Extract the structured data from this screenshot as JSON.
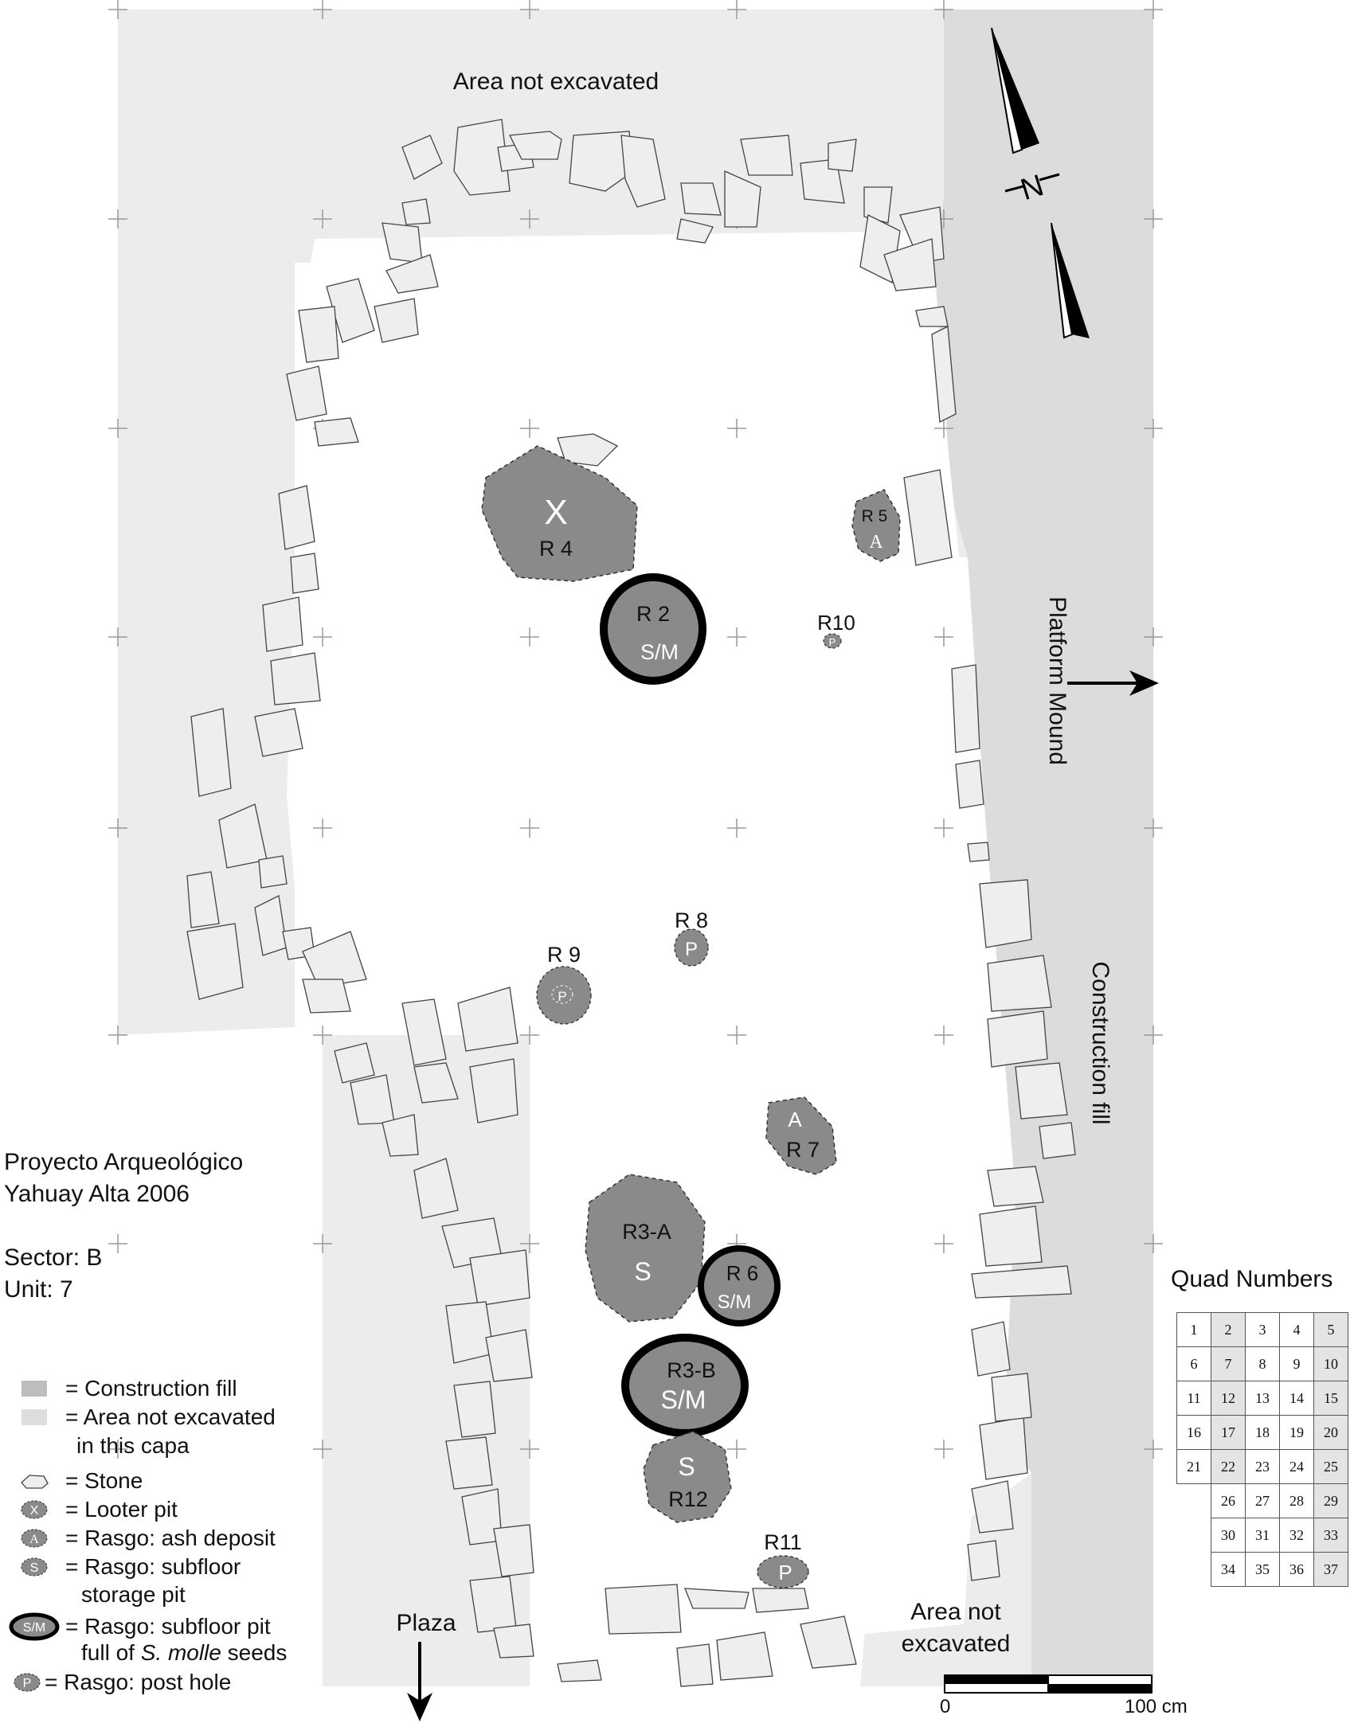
{
  "map_labels": {
    "area_not_excavated_top": "Area not excavated",
    "platform_mound": "Platform Mound",
    "construction_fill": "Construction fill",
    "plaza": "Plaza",
    "area_not_excavated_bottom_1": "Area not",
    "area_not_excavated_bottom_2": "excavated",
    "north": "N"
  },
  "features": {
    "r4": {
      "id": "R 4",
      "code": "X"
    },
    "r2": {
      "id": "R 2",
      "code": "S/M"
    },
    "r5": {
      "id": "R 5",
      "code": "A"
    },
    "r10": {
      "id": "R10",
      "code": "P"
    },
    "r8": {
      "id": "R 8",
      "code": "P"
    },
    "r9": {
      "id": "R 9",
      "code": "P"
    },
    "r7": {
      "id": "R 7",
      "code": "A"
    },
    "r3a": {
      "id": "R3-A",
      "code": "S"
    },
    "r6": {
      "id": "R 6",
      "code": "S/M"
    },
    "r3b": {
      "id": "R3-B",
      "code": "S/M"
    },
    "r12": {
      "id": "R12",
      "code": "S"
    },
    "r11": {
      "id": "R11",
      "code": "P"
    }
  },
  "project": {
    "line1": "Proyecto Arqueológico",
    "line2": "Yahuay Alta 2006",
    "sector": "Sector: B",
    "unit": "Unit: 7"
  },
  "legend": {
    "construction_fill": "= Construction fill",
    "not_excavated_1": "= Area not excavated",
    "not_excavated_2": "in this capa",
    "stone": "= Stone",
    "looter_pit": "= Looter pit",
    "looter_symbol": "X",
    "ash": "= Rasgo: ash deposit",
    "ash_symbol": "A",
    "storage_1": "= Rasgo: subfloor",
    "storage_2": "storage pit",
    "storage_symbol": "S",
    "molle_1": "= Rasgo: subfloor pit",
    "molle_2a": "full of ",
    "molle_2b": "S. molle",
    "molle_2c": " seeds",
    "molle_symbol": "S/M",
    "post_hole": "= Rasgo: post hole",
    "post_symbol": "P"
  },
  "quad": {
    "title": "Quad Numbers",
    "rows": [
      [
        "1",
        "2",
        "3",
        "4",
        "5"
      ],
      [
        "6",
        "7",
        "8",
        "9",
        "10"
      ],
      [
        "11",
        "12",
        "13",
        "14",
        "15"
      ],
      [
        "16",
        "17",
        "18",
        "19",
        "20"
      ],
      [
        "21",
        "22",
        "23",
        "24",
        "25"
      ],
      [
        "",
        "26",
        "27",
        "28",
        "29"
      ],
      [
        "",
        "30",
        "31",
        "32",
        "33"
      ],
      [
        "",
        "34",
        "35",
        "36",
        "37"
      ]
    ]
  },
  "scale": {
    "zero": "0",
    "end": "100 cm"
  },
  "colors": {
    "construction_fill": "#dcdcdc",
    "not_excavated": "#ececec",
    "stone": "#eeeeee",
    "rasgo": "#8a8a8a"
  }
}
